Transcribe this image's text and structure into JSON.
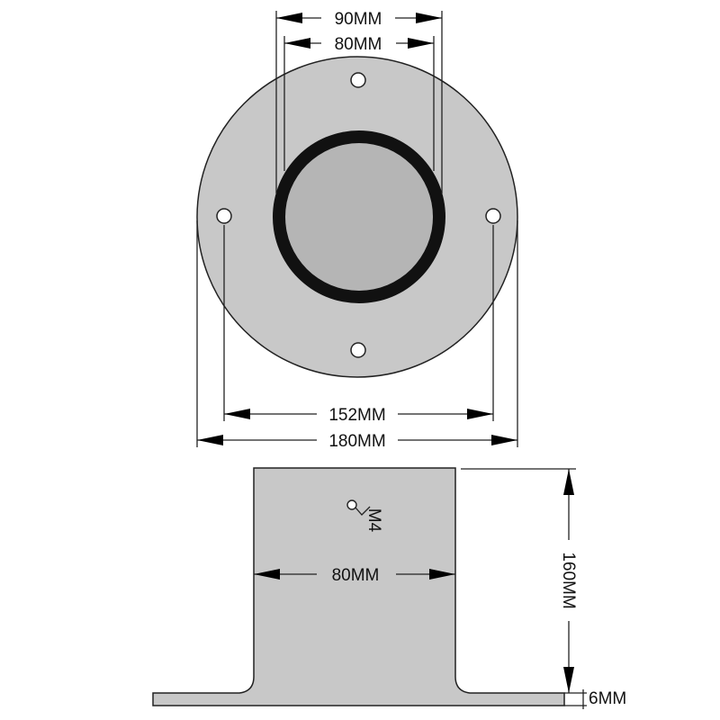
{
  "dimensions": {
    "flange_outer": "180MM",
    "bolt_circle": "152MM",
    "tube_outer": "90MM",
    "tube_inner": "80MM",
    "tube_width_side": "80MM",
    "height": "160MM",
    "plate_thickness": "6MM",
    "screw_label": "M4"
  },
  "colors": {
    "metal": "#c8c8c8",
    "tube_face": "#b5b5b5",
    "tube_ring": "#111111",
    "line": "#222222"
  }
}
